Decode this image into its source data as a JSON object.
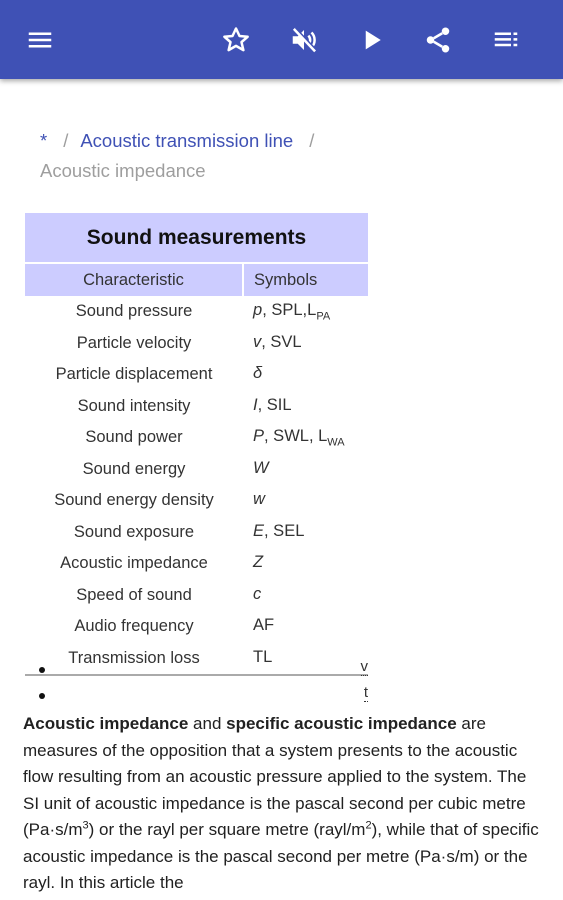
{
  "toolbar": {
    "menu_icon": "hamburger-menu-icon",
    "star_icon": "star-outline-icon",
    "mute_icon": "volume-off-icon",
    "play_icon": "play-icon",
    "share_icon": "share-icon",
    "list_icon": "playlist-icon",
    "color": "#3f51b5"
  },
  "breadcrumb": {
    "root": "*",
    "separator": "/",
    "parent": "Acoustic transmission line",
    "current": "Acoustic impedance"
  },
  "infobox": {
    "title": "Sound measurements",
    "col_characteristic": "Characteristic",
    "col_symbols": "Symbols",
    "rows": [
      {
        "name": "Sound pressure",
        "sym": "p",
        "rest": ", SPL,L",
        "sub": "PA"
      },
      {
        "name": "Particle velocity",
        "sym": "v",
        "rest": ", SVL",
        "sub": ""
      },
      {
        "name": "Particle displacement",
        "sym": "δ",
        "rest": "",
        "sub": ""
      },
      {
        "name": "Sound intensity",
        "sym": "I",
        "rest": ", SIL",
        "sub": ""
      },
      {
        "name": "Sound power",
        "sym": "P",
        "rest": ", SWL, L",
        "sub": "WA"
      },
      {
        "name": "Sound energy",
        "sym": "W",
        "rest": "",
        "sub": ""
      },
      {
        "name": "Sound energy density",
        "sym": "w",
        "rest": "",
        "sub": ""
      },
      {
        "name": "Sound exposure",
        "sym": "E",
        "rest": ", SEL",
        "sub": ""
      },
      {
        "name": "Acoustic impedance",
        "sym": "Z",
        "rest": "",
        "sub": ""
      },
      {
        "name": "Speed of sound",
        "sym": "c",
        "rest": "",
        "sub": ""
      },
      {
        "name": "Audio frequency",
        "sym": "",
        "rest": "AF",
        "sub": ""
      },
      {
        "name": "Transmission loss",
        "sym": "",
        "rest": "TL",
        "sub": ""
      }
    ],
    "header_color": "#ccccff"
  },
  "navbox": {
    "view": "v",
    "talk": "t"
  },
  "article": {
    "term1": "Acoustic impedance",
    "and": " and ",
    "term2": "specific acoustic impedance",
    "text1": " are measures of the opposition that a system presents to the acoustic flow resulting from an acoustic pressure applied to the system. The SI unit of acoustic impedance is the pascal second per cubic metre (Pa·s/m",
    "sup1": "3",
    "text2": ") or the rayl per square metre (rayl/m",
    "sup2": "2",
    "text3": "), while that of specific acoustic impedance is the pascal second per metre (Pa·s/m) or the rayl. In this article the"
  }
}
